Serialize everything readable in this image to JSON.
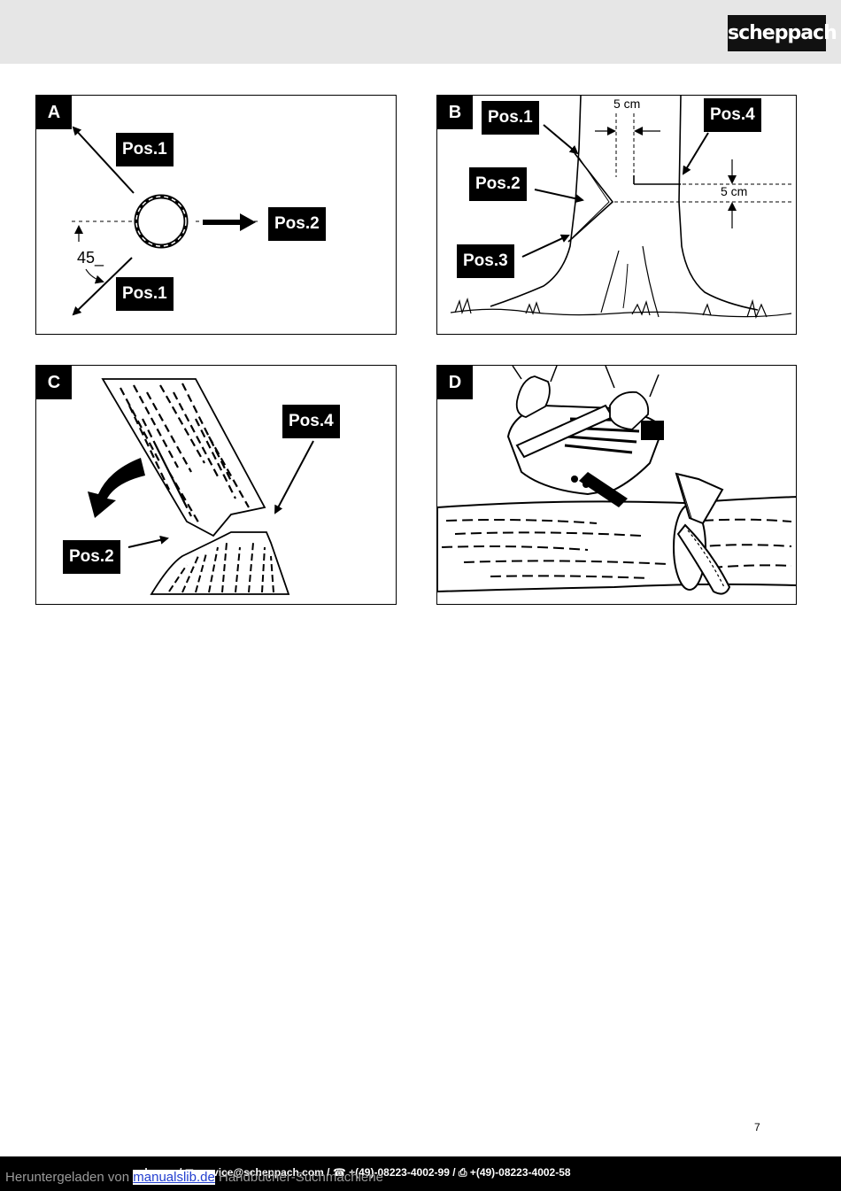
{
  "header": {
    "logo_text": "scheppach"
  },
  "panels": {
    "a": {
      "label": "A",
      "pos1_top": "Pos.1",
      "pos2": "Pos.2",
      "pos1_bottom": "Pos.1",
      "angle": "45_"
    },
    "b": {
      "label": "B",
      "pos1": "Pos.1",
      "pos2": "Pos.2",
      "pos3": "Pos.3",
      "pos4": "Pos.4",
      "dim_top": "5 cm",
      "dim_right": "5 cm"
    },
    "c": {
      "label": "C",
      "pos4": "Pos.4",
      "pos2": "Pos.2"
    },
    "d": {
      "label": "D"
    }
  },
  "page_number": "7",
  "footer": {
    "contact": "ach.com / ✉ service@scheppach.com / ☎ +(49)-08223-4002-99 / ⎙ +(49)-08223-4002-58",
    "download_prefix": "Heruntergeladen von ",
    "download_link": "manualslib.de",
    "download_suffix": " Handbücher-Suchmachiene"
  }
}
